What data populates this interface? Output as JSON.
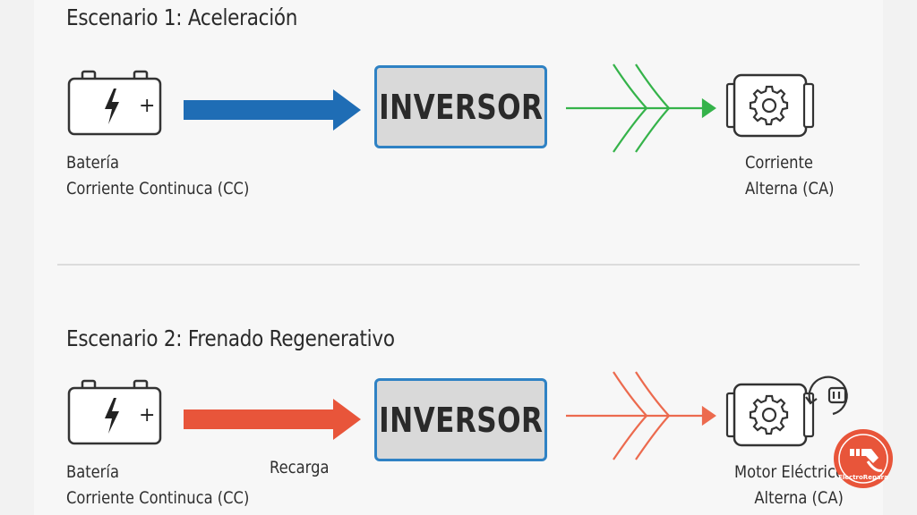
{
  "scenario1": {
    "title": "Escenario 1: Aceleración",
    "battery_label_line1": "Batería",
    "battery_label_line2": "Corriente Continuca (CC)",
    "inverter_label": "INVERSOR",
    "motor_label_line1": "Corriente",
    "motor_label_line2": "Alterna (CA)",
    "battery_plus": "+",
    "colors": {
      "dc_arrow": "#1f6db5",
      "ac_flow": "#35b34a"
    }
  },
  "scenario2": {
    "title": "Escenario 2: Frenado Regenerativo",
    "battery_label_line1": "Batería",
    "battery_label_line2": "Corriente Continuca (CC)",
    "recharge_label": "Recarga",
    "inverter_label": "INVERSOR",
    "motor_label_line1": "Motor Eléctrico",
    "motor_label_line2": "Alterna (CA)",
    "battery_plus": "+",
    "colors": {
      "dc_arrow": "#e8553a",
      "ac_flow": "#ec6a4e"
    }
  },
  "watermark": {
    "text": "ElectroRepara",
    "color": "#e8553a"
  },
  "icons": [
    "battery-icon",
    "lightning-icon",
    "gear-icon",
    "motor-icon",
    "regen-cycle-icon",
    "arrow-icon",
    "ac-wave-icon"
  ]
}
